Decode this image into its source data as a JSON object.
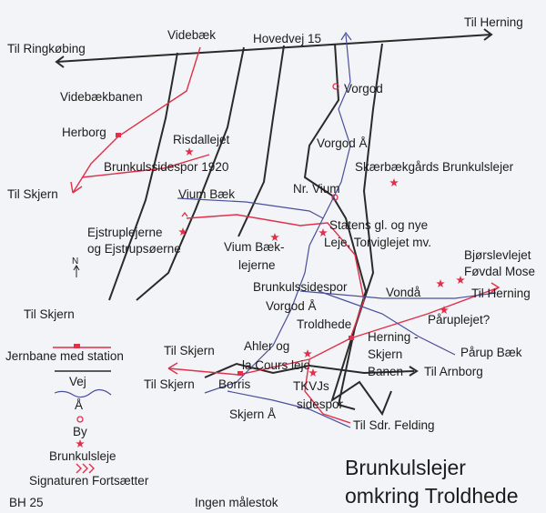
{
  "title": [
    "Brunkulslejer",
    "omkring Troldhede"
  ],
  "author": "BH 25",
  "scale_note": "Ingen målestok",
  "colors": {
    "road": "#2a2a2a",
    "railway": "#e0304a",
    "river": "#4a4f9a",
    "background": "#f3f4f7"
  },
  "places": {
    "til_herning_top": "Til Herning",
    "videbaek": "Videbæk",
    "hovedvej": "Hovedvej 15",
    "til_ringkobing": "Til Ringkøbing",
    "vorgod": "Vorgod",
    "videbaekbanen": "Videbækbanen",
    "herborg": "Herborg",
    "risdallejet": "Risdallejet",
    "vorgod_aa_top": "Vorgod Å",
    "brunkulssidespor_1920": "Brunkulssidespor 1920",
    "skaerbaek": "Skærbækgårds Brunkulslejer",
    "til_skjern_1": "Til Skjern",
    "vium_baek": "Vium Bæk",
    "nr_vium": "Nr. Vium",
    "statens_1": "Statens  gl. og nye",
    "statens_2": "Leje, Torviglejet mv.",
    "ejstrup_1": "Ejstruplejerne",
    "ejstrup_2": "og Ejstrupsøerne",
    "vium_baek_lejer_1": "Vium Bæk-",
    "vium_baek_lejer_2": "lejerne",
    "bjorslev": "Bjørslevlejet",
    "fovdal": "Føvdal Mose",
    "north": "N",
    "brunkulssidespor": "Brunkulssidespor",
    "vonda": "Vondå",
    "til_herning_2": "Til Herning",
    "vorgod_aa_2": "Vorgod Å",
    "til_skjern_2": "Til Skjern",
    "paruplejet": "Påruplejet?",
    "troldhede": "Troldhede",
    "herning_skjern_1": "Herning -",
    "herning_skjern_2": "Skjern",
    "herning_skjern_3": "Banen",
    "ahler_1": "Ahler og",
    "ahler_2": "la Cours leje",
    "parup_baek": "Pårup Bæk",
    "til_skjern_3": "Til Skjern",
    "til_arnborg": "Til Arnborg",
    "til_skjern_4": "Til Skjern",
    "borris": "Borris",
    "tkvj_1": "TKVJs",
    "tkvj_2": "sidespor",
    "skjern_aa": "Skjern Å",
    "til_sdr_felding": "Til Sdr. Felding"
  },
  "legend": {
    "railway": "Jernbane med station",
    "road": "Vej",
    "river": "Å",
    "town": "By",
    "lignite_pit": "Brunkulsleje",
    "continues": "Signaturen Fortsætter"
  }
}
